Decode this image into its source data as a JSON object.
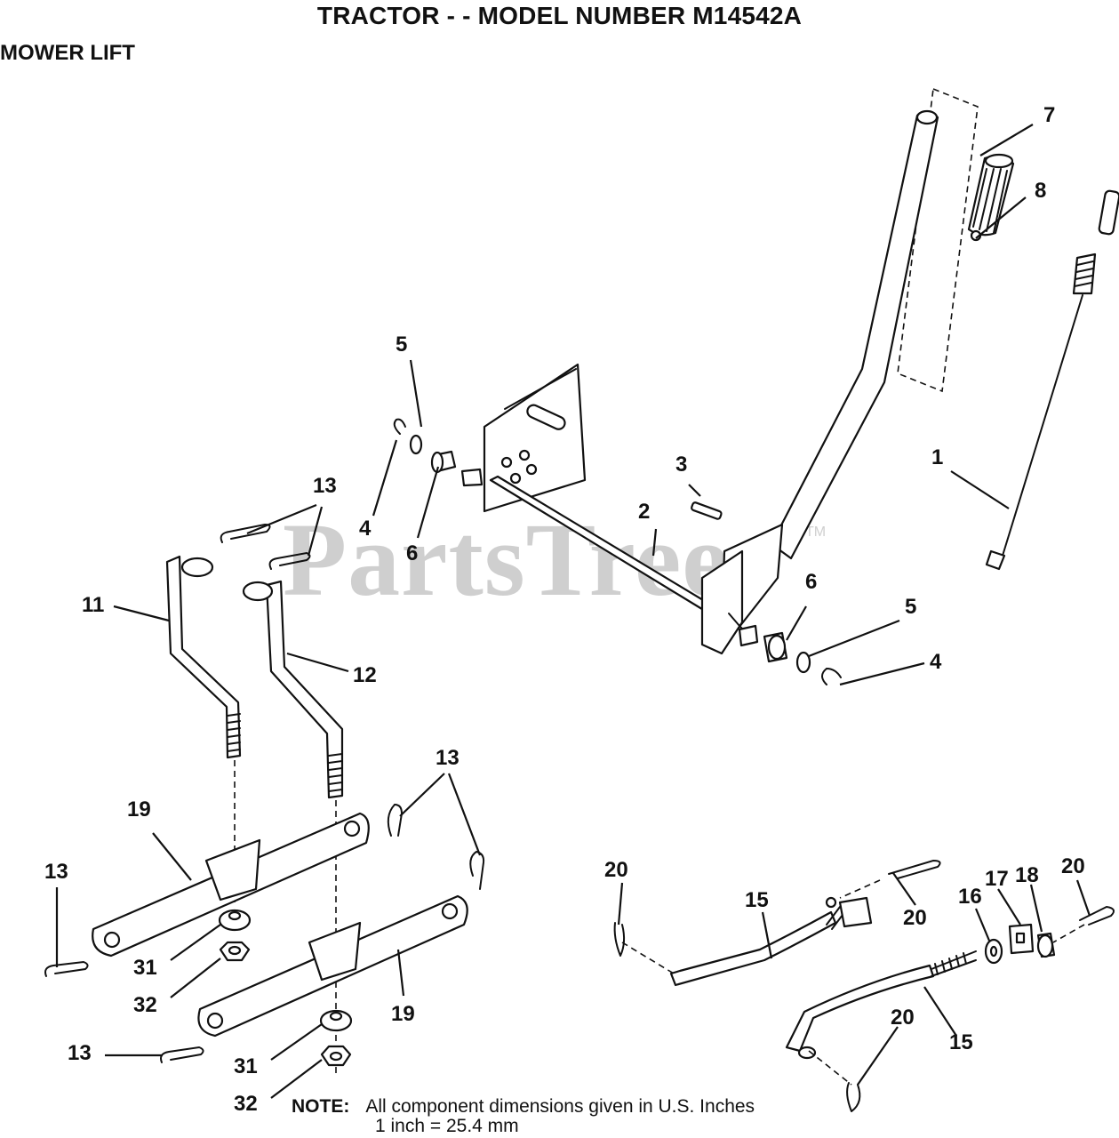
{
  "header": {
    "title": "TRACTOR - - MODEL NUMBER M14542A",
    "section": "MOWER LIFT"
  },
  "watermark": {
    "text": "PartsTree",
    "tm": "TM"
  },
  "note": {
    "label": "NOTE:",
    "line1": "All component dimensions given in U.S. Inches",
    "line2": "1 inch = 25.4 mm"
  },
  "callouts": {
    "c1": "1",
    "c2": "2",
    "c3": "3",
    "c4a": "4",
    "c4b": "4",
    "c5a": "5",
    "c5b": "5",
    "c6a": "6",
    "c6b": "6",
    "c7": "7",
    "c8": "8",
    "c11": "11",
    "c12": "12",
    "c13a": "13",
    "c13b": "13",
    "c13c": "13",
    "c13d": "13",
    "c15a": "15",
    "c15b": "15",
    "c16": "16",
    "c17": "17",
    "c18": "18",
    "c19a": "19",
    "c19b": "19",
    "c20a": "20",
    "c20b": "20",
    "c20c": "20",
    "c20d": "20",
    "c31a": "31",
    "c31b": "31",
    "c32a": "32",
    "c32b": "32"
  }
}
